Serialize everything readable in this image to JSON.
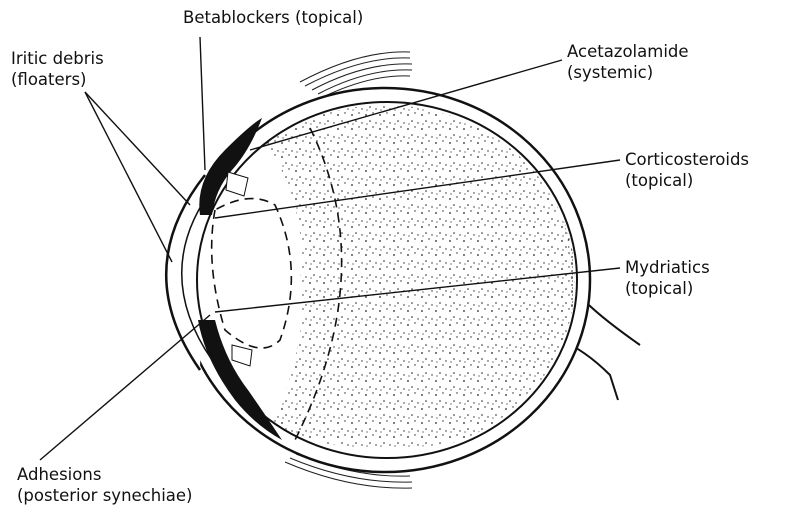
{
  "labels": {
    "betablockers": {
      "line1": "Betablockers (topical)"
    },
    "iritic": {
      "line1": "Iritic debris",
      "line2": "(floaters)"
    },
    "acetazolamide": {
      "line1": "Acetazolamide",
      "line2": "(systemic)"
    },
    "corticosteroids": {
      "line1": "Corticosteroids",
      "line2": "(topical)"
    },
    "mydriatics": {
      "line1": "Mydriatics",
      "line2": "(topical)"
    },
    "adhesions": {
      "line1": "Adhesions",
      "line2": "(posterior synechiae)"
    }
  },
  "colors": {
    "ink": "#111111",
    "background": "#ffffff"
  }
}
